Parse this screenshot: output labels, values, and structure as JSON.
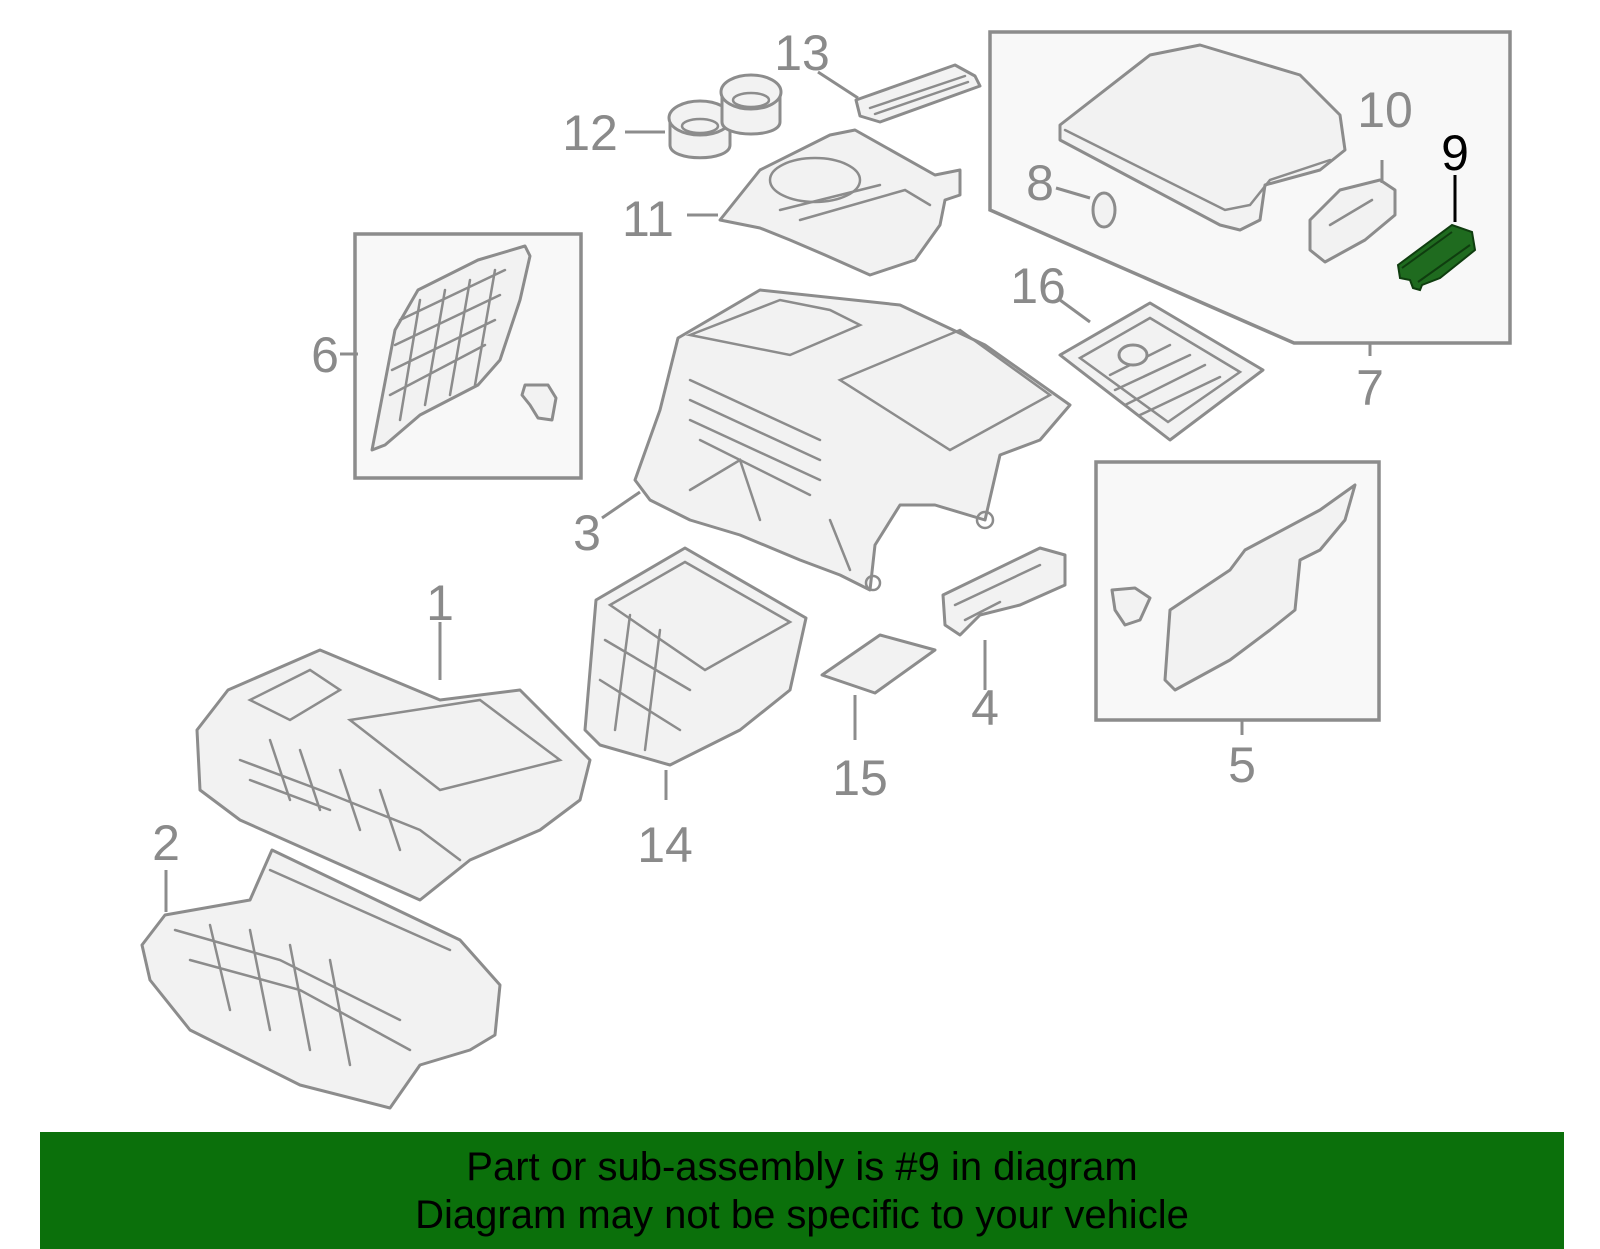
{
  "callouts": [
    {
      "id": "1",
      "label": "1"
    },
    {
      "id": "2",
      "label": "2"
    },
    {
      "id": "3",
      "label": "3"
    },
    {
      "id": "4",
      "label": "4"
    },
    {
      "id": "5",
      "label": "5"
    },
    {
      "id": "6",
      "label": "6"
    },
    {
      "id": "7",
      "label": "7"
    },
    {
      "id": "8",
      "label": "8"
    },
    {
      "id": "9",
      "label": "9"
    },
    {
      "id": "10",
      "label": "10"
    },
    {
      "id": "11",
      "label": "11"
    },
    {
      "id": "12",
      "label": "12"
    },
    {
      "id": "13",
      "label": "13"
    },
    {
      "id": "14",
      "label": "14"
    },
    {
      "id": "15",
      "label": "15"
    },
    {
      "id": "16",
      "label": "16"
    }
  ],
  "highlighted_part": "9",
  "colors": {
    "highlight_part": "#1f6b1f",
    "banner_background": "#0b700b",
    "line_art": "#8c8c8c",
    "callout_text": "#8a8a8a"
  },
  "banner": {
    "line1": "Part or sub-assembly is #9 in diagram",
    "line2": "Diagram may not be specific to your vehicle"
  }
}
